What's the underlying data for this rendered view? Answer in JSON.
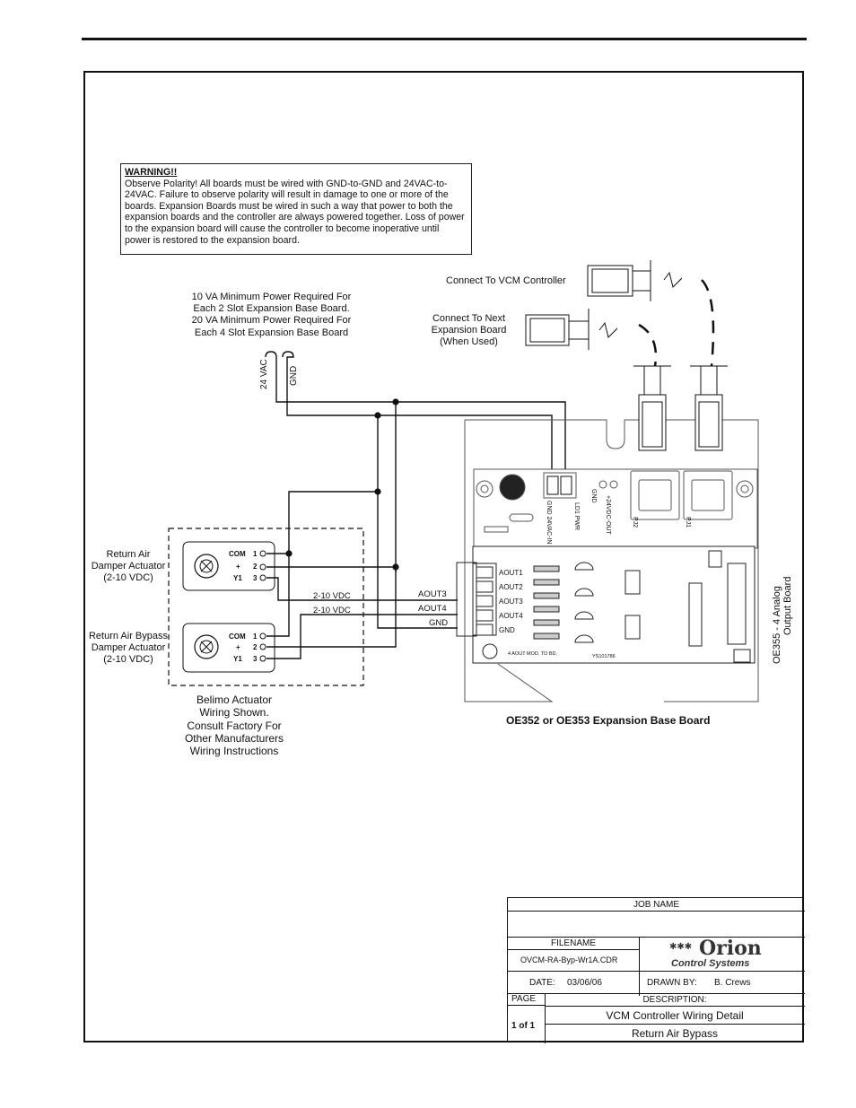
{
  "warning": {
    "title": "WARNING!!",
    "body": "Observe Polarity! All boards must be wired with GND-to-GND and 24VAC-to-24VAC. Failure to observe polarity will result in damage to one or more of the boards. Expansion Boards must be wired in such a way that power to both the expansion boards and the controller are always powered together. Loss of power to the expansion board will cause the controller to become inoperative until power is restored to the expansion board."
  },
  "power_note": {
    "line1": "10 VA Minimum Power Required For",
    "line2": "Each 2 Slot Expansion Base Board.",
    "line3": "20 VA Minimum Power Required For",
    "line4": "Each 4 Slot Expansion Base Board"
  },
  "power_labels": {
    "vac": "24 VAC",
    "gnd": "GND"
  },
  "connectors": {
    "vcm": "Connect To VCM Controller",
    "next1": "Connect To Next",
    "next2": "Expansion Board",
    "next3": "(When Used)"
  },
  "actuator1": {
    "l1": "Return Air",
    "l2": "Damper Actuator",
    "l3": "(2-10 VDC)"
  },
  "actuator2": {
    "l1": "Return Air Bypass",
    "l2": "Damper Actuator",
    "l3": "(2-10 VDC)"
  },
  "terminals": {
    "com": "COM",
    "plus": "+",
    "y1": "Y1",
    "n1": "1",
    "n2": "2",
    "n3": "3"
  },
  "wires": {
    "vdc1": "2-10 VDC",
    "vdc2": "2-10 VDC",
    "aout3": "AOUT3",
    "aout4": "AOUT4",
    "gnd": "GND"
  },
  "belimo": {
    "l1": "Belimo Actuator",
    "l2": "Wiring Shown.",
    "l3": "Consult Factory For",
    "l4": "Other Manufacturers",
    "l5": "Wiring Instructions"
  },
  "board": {
    "tb_labels": [
      "AOUT1",
      "AOUT2",
      "AOUT3",
      "AOUT4",
      "GND"
    ],
    "base_title": "OE352 or OE353 Expansion Base Board",
    "side1": "OE355 - 4 Analog",
    "side2": "Output Board",
    "mod_label": "4 AOUT MOD. TO BD.",
    "ys": "YS101786",
    "gnd_24vac": "GND 24VAC-IN",
    "pwr": "LD1 PWR",
    "dcout": "+24VDC-OUT",
    "gnd2": "GND",
    "pj2": "PJ2",
    "pj1": "PJ1"
  },
  "title_block": {
    "job_name_label": "JOB NAME",
    "job_name_value": "",
    "filename_label": "FILENAME",
    "filename": "OVCM-RA-Byp-Wr1A.CDR",
    "logo1": "Orion",
    "logo2": "Control Systems",
    "date_label": "DATE:",
    "date": "03/06/06",
    "drawn_label": "DRAWN BY:",
    "drawn": "B. Crews",
    "page_label": "PAGE",
    "page": "1 of 1",
    "desc_label": "DESCRIPTION:",
    "desc1": "VCM Controller Wiring Detail",
    "desc2": "Return Air Bypass"
  }
}
